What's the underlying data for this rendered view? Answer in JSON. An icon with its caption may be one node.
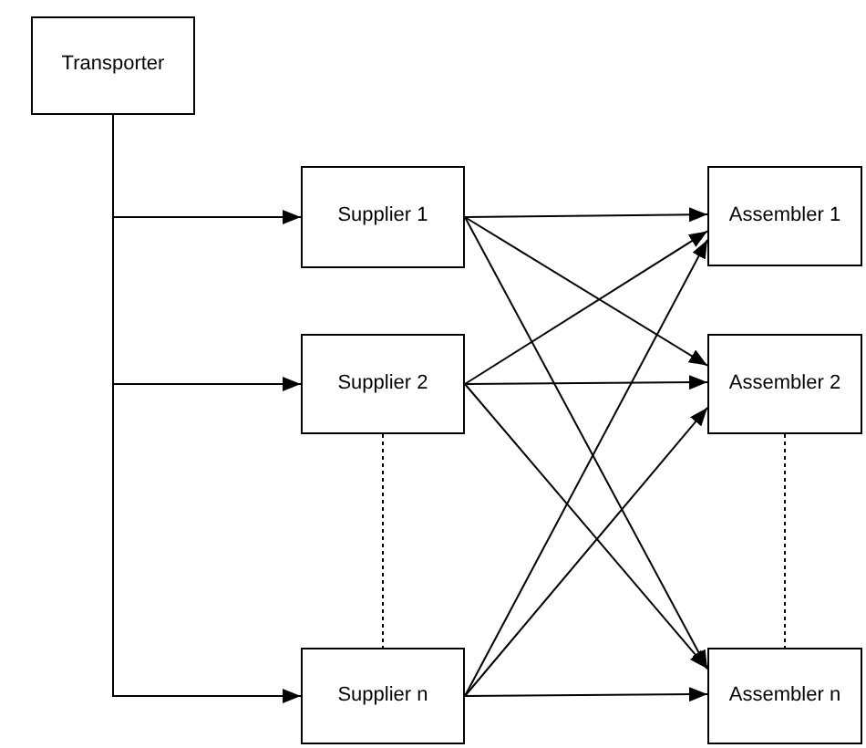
{
  "diagram": {
    "nodes": [
      {
        "text": [
          "Transporter"
        ]
      },
      {
        "text": [
          "Supplier 1"
        ]
      },
      {
        "text": [
          "Supplier 2"
        ]
      },
      {
        "text": [
          "Supplier n"
        ]
      },
      {
        "text": [
          "Assembler 1"
        ]
      },
      {
        "text": [
          "Assembler 2"
        ]
      },
      {
        "text": [
          "Assembler n"
        ]
      }
    ],
    "edges": [
      {
        "from": 0,
        "to": 1,
        "arrow": "to"
      },
      {
        "from": 0,
        "to": 2,
        "arrow": "to"
      },
      {
        "from": 0,
        "to": 3,
        "arrow": "to"
      },
      {
        "from": 1,
        "to": 4,
        "arrow": "to"
      },
      {
        "from": 1,
        "to": 5,
        "arrow": "to"
      },
      {
        "from": 1,
        "to": 6,
        "arrow": "to"
      },
      {
        "from": 2,
        "to": 4,
        "arrow": "to"
      },
      {
        "from": 2,
        "to": 5,
        "arrow": "to"
      },
      {
        "from": 2,
        "to": 6,
        "arrow": "to"
      },
      {
        "from": 3,
        "to": 4,
        "arrow": "to"
      },
      {
        "from": 3,
        "to": 5,
        "arrow": "to"
      },
      {
        "from": 3,
        "to": 6,
        "arrow": "to"
      },
      {
        "from": 2,
        "to": 3,
        "arrow": "none",
        "style": "dashed"
      },
      {
        "from": 5,
        "to": 6,
        "arrow": "none",
        "style": "dashed"
      }
    ]
  }
}
